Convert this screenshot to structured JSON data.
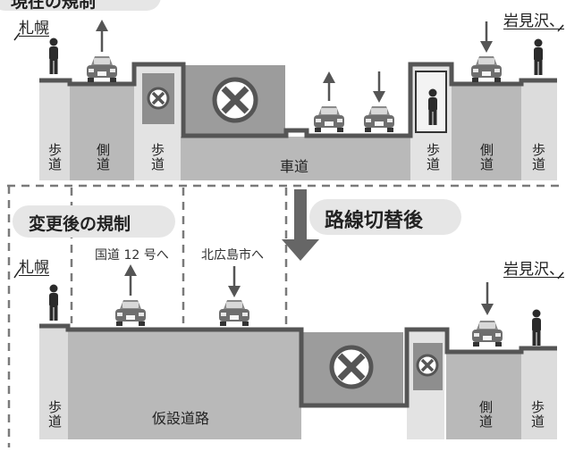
{
  "top": {
    "section_label": "現在の規制",
    "city_left": "札幌",
    "city_right": "岩見沢、",
    "sidewalk_1": "歩道",
    "side_road_1": "側道",
    "sidewalk_2": "歩道",
    "roadway": "車道",
    "sidewalk_3": "歩道",
    "side_road_2": "側道",
    "sidewalk_4": "歩道"
  },
  "bottom": {
    "badge_after_regulation": "変更後の規制",
    "badge_after_switch": "路線切替後",
    "city_left": "札幌",
    "city_right": "岩見沢、",
    "direction_route12": "国道 12 号へ",
    "direction_kitahiroshima": "北広島市へ",
    "sidewalk_left": "歩道",
    "temporary_road": "仮設道路",
    "side_road": "側道",
    "sidewalk_right": "歩道"
  },
  "colors": {
    "road_surface": "#b9b9b9",
    "sidewalk": "#dcdcdc",
    "outline": "#555555",
    "arrow": "#555555",
    "badge_bg": "#e6e6e6",
    "closure_symbol": "#666666"
  },
  "icons": [
    "car-icon",
    "person-icon",
    "road-closed-icon",
    "up-arrow",
    "down-arrow",
    "transition-arrow"
  ]
}
